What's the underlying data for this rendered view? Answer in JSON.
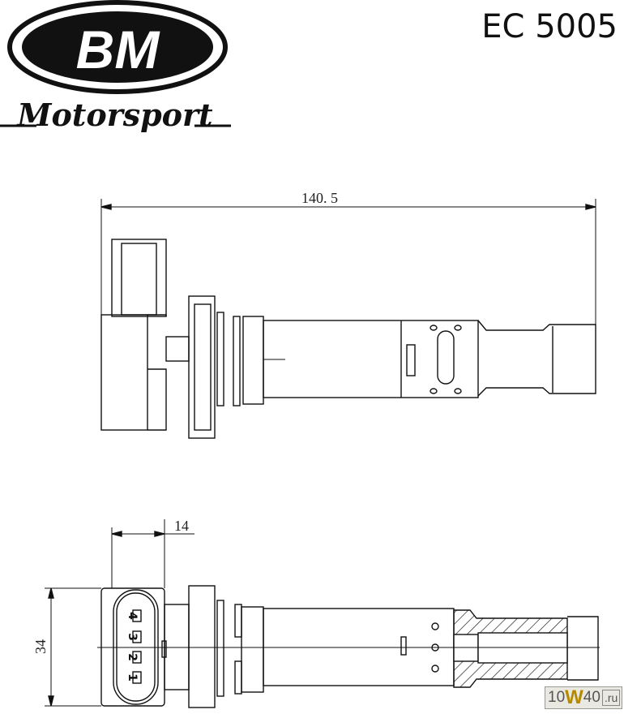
{
  "logo": {
    "brand": "BM",
    "subtitle": "Motorsport"
  },
  "part_number": "EC 5005",
  "dimensions": {
    "length": "140. 5",
    "connector_offset": "14",
    "height": "34"
  },
  "pin_labels": [
    "4",
    "3",
    "2",
    "1"
  ],
  "watermark": {
    "prefix": "10",
    "w": "W",
    "suffix": "40",
    "tld": ".ru"
  }
}
